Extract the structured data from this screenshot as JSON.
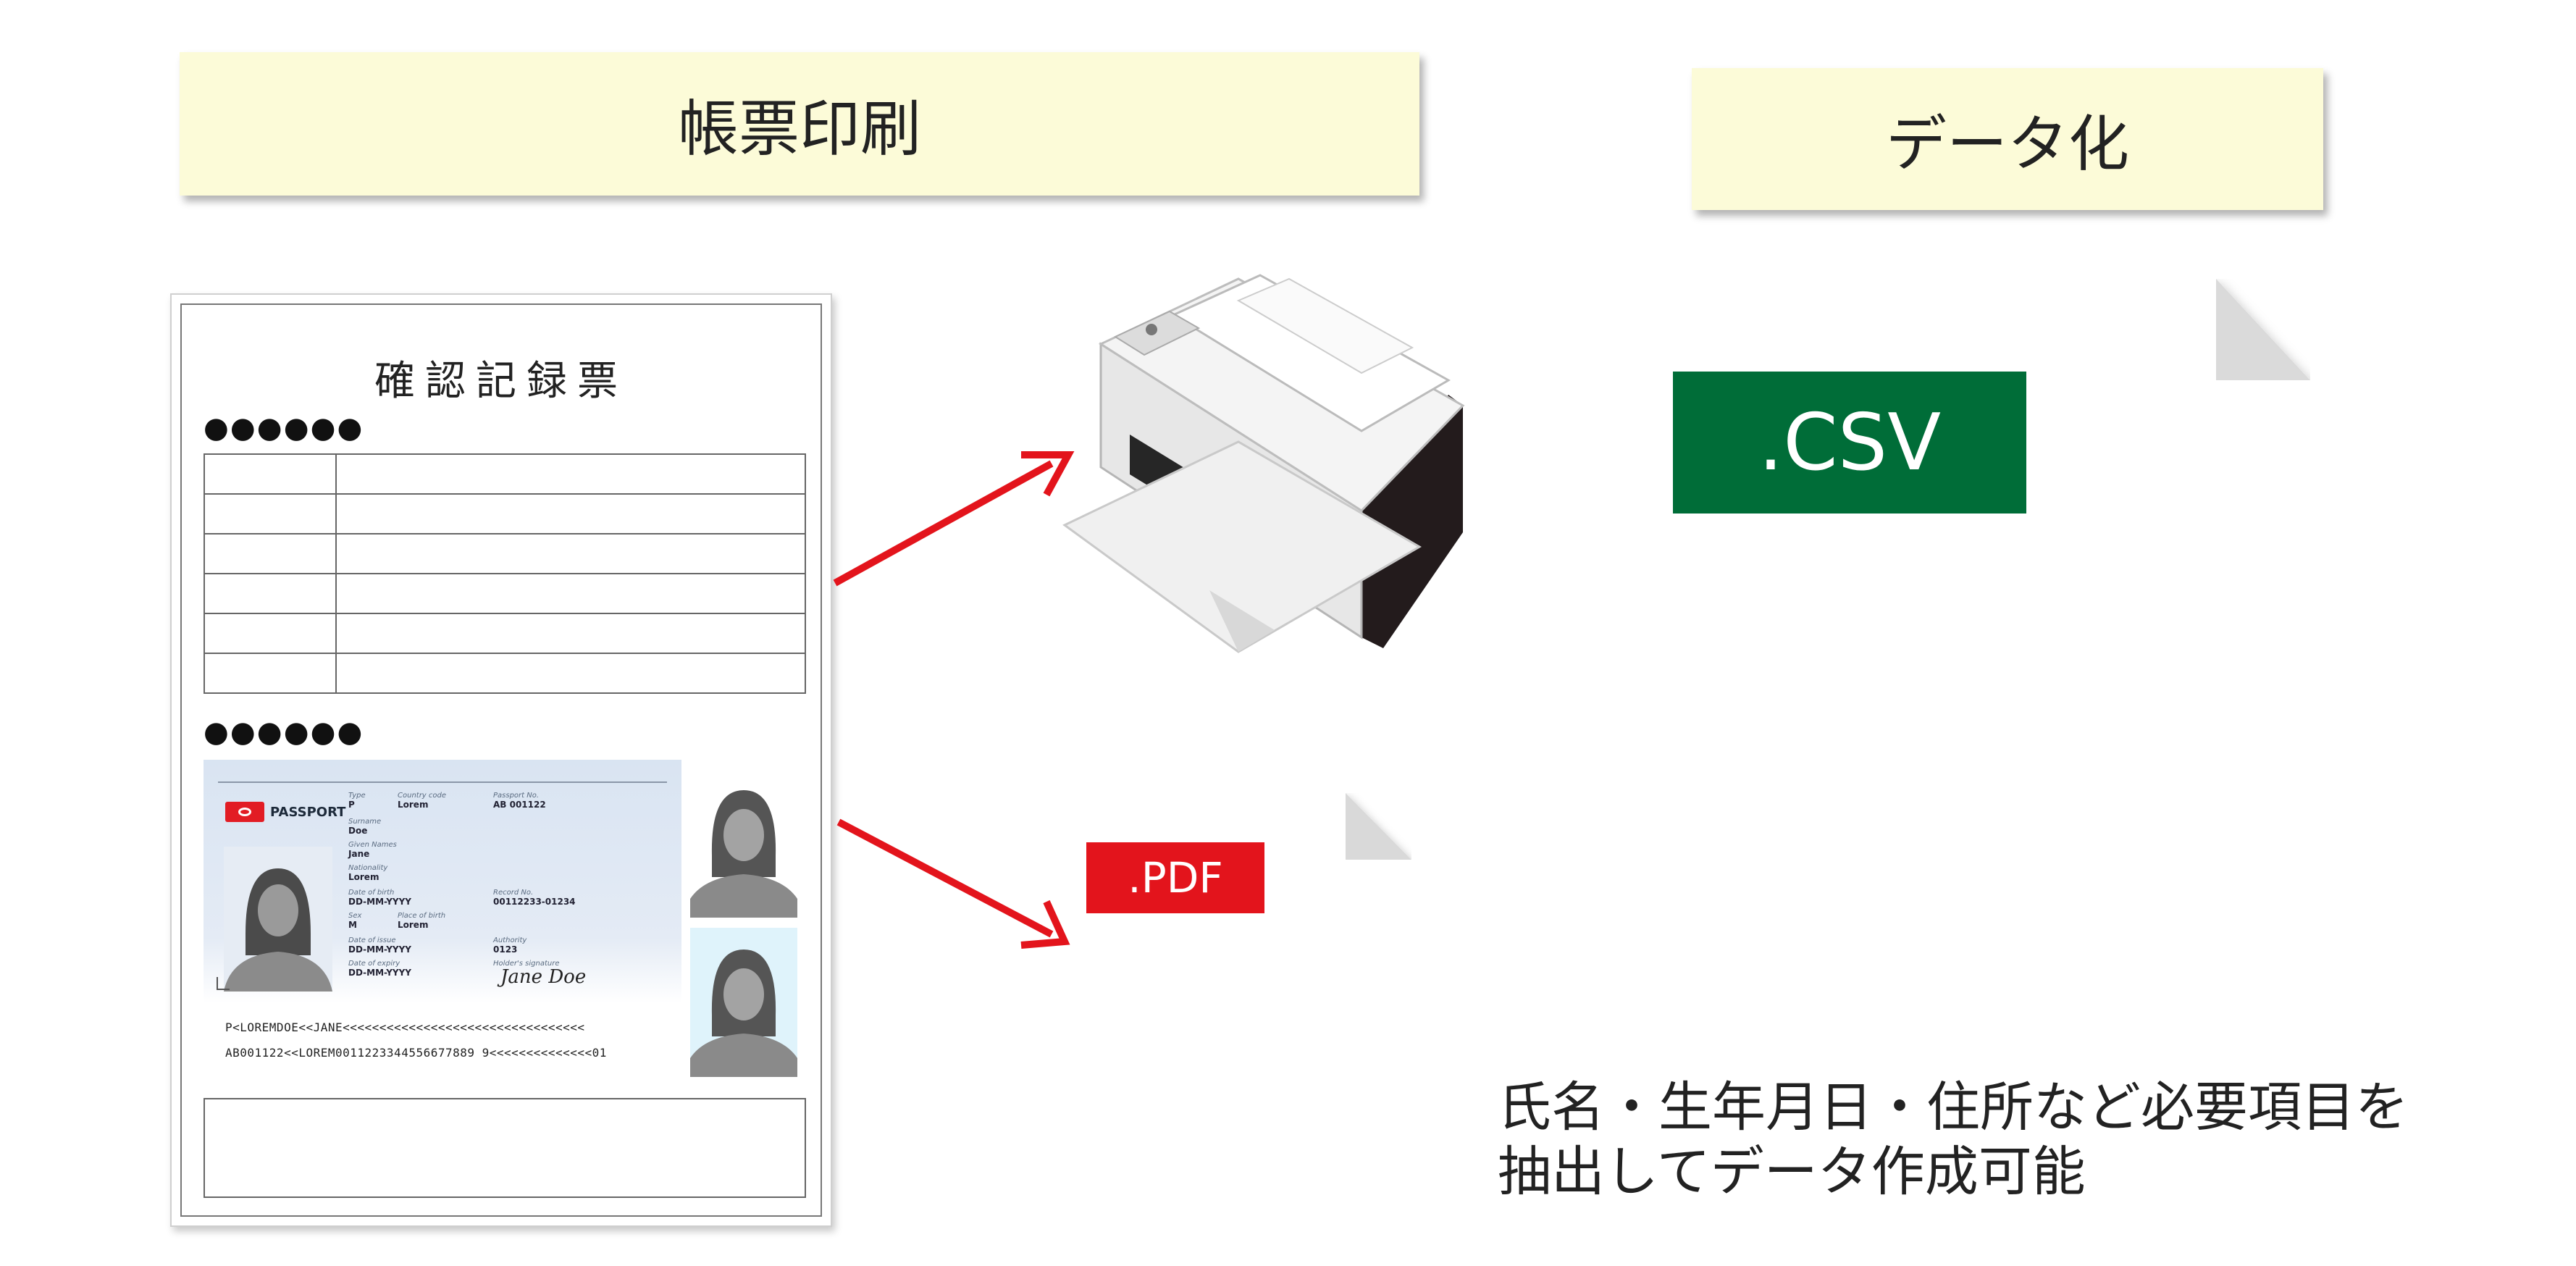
{
  "headers": {
    "print": "帳票印刷",
    "data": "データ化"
  },
  "form": {
    "title": "確認記録票",
    "section1_marker": "●●●●●●",
    "section2_marker": "●●●●●●",
    "table_rows": 6
  },
  "passport": {
    "label": "PASSPORT",
    "fields": [
      {
        "label": "Type",
        "value": "P"
      },
      {
        "label": "Country code",
        "value": "Lorem"
      },
      {
        "label": "Passport No.",
        "value": "AB 001122"
      },
      {
        "label": "Surname",
        "value": "Doe"
      },
      {
        "label": "Given Names",
        "value": "Jane"
      },
      {
        "label": "Nationality",
        "value": "Lorem"
      },
      {
        "label": "Date of birth",
        "value": "DD-MM-YYYY"
      },
      {
        "label": "Record No.",
        "value": "00112233-01234"
      },
      {
        "label": "Sex",
        "value": "M"
      },
      {
        "label": "Place of birth",
        "value": "Lorem"
      },
      {
        "label": "Date of issue",
        "value": "DD-MM-YYYY"
      },
      {
        "label": "Authority",
        "value": "0123"
      },
      {
        "label": "Date of expiry",
        "value": "DD-MM-YYYY"
      },
      {
        "label": "Holder's signature",
        "value": ""
      }
    ],
    "signature": "Jane Doe",
    "mrz_line1": "P<LOREMDOE<<JANE<<<<<<<<<<<<<<<<<<<<<<<<<<<<<<<<<",
    "mrz_line2": "AB001122<<LOREM0011223344556677889 9<<<<<<<<<<<<<<01"
  },
  "files": {
    "pdf_label": ".PDF",
    "csv_label": ".CSV"
  },
  "note": {
    "line1": "氏名・生年月日・住所など必要項目を",
    "line2": "抽出してデータ作成可能"
  },
  "colors": {
    "header_bg": "#fcfbd8",
    "arrow": "#e3141c",
    "pdf_badge": "#e3141c",
    "csv_badge": "#006d38"
  }
}
